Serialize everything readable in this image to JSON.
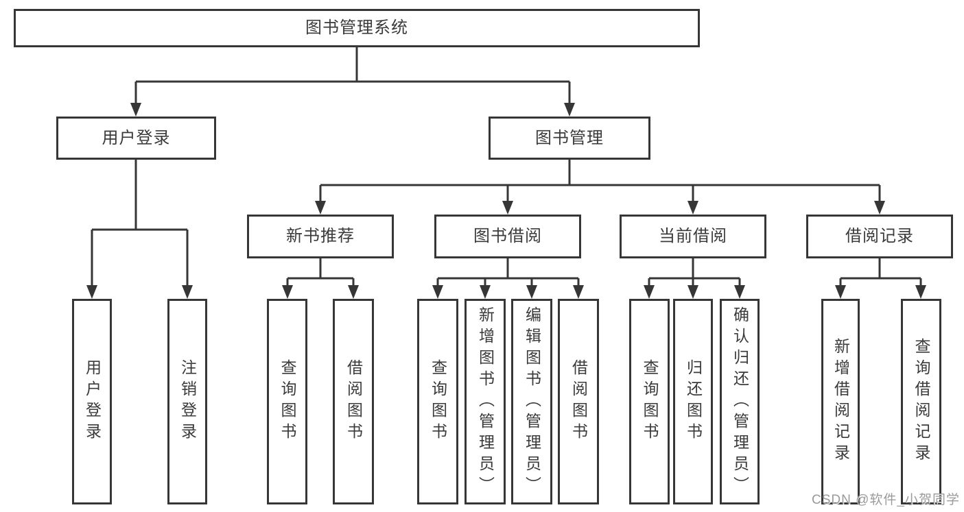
{
  "tree": {
    "label": "图书管理系统",
    "children": [
      {
        "label": "用户登录",
        "children": [
          {
            "label": "用户登录"
          },
          {
            "label": "注销登录"
          }
        ]
      },
      {
        "label": "图书管理",
        "children": [
          {
            "label": "新书推荐",
            "children": [
              {
                "label": "查询图书"
              },
              {
                "label": "借阅图书"
              }
            ]
          },
          {
            "label": "图书借阅",
            "children": [
              {
                "label": "查询图书"
              },
              {
                "label": "新增图书（管理员）"
              },
              {
                "label": "编辑图书（管理员）"
              },
              {
                "label": "借阅图书"
              }
            ]
          },
          {
            "label": "当前借阅",
            "children": [
              {
                "label": "查询图书"
              },
              {
                "label": "归还图书"
              },
              {
                "label": "确认归还（管理员）"
              }
            ]
          },
          {
            "label": "借阅记录",
            "children": [
              {
                "label": "新增借阅记录"
              },
              {
                "label": "查询借阅记录"
              }
            ]
          }
        ]
      }
    ]
  },
  "watermark": {
    "text": "CSDN @软件_小贺同学"
  },
  "colors": {
    "line": "#363636",
    "text": "#3a3a3a",
    "box_bg": "#ffffff",
    "watermark": "#9a9a9a"
  }
}
